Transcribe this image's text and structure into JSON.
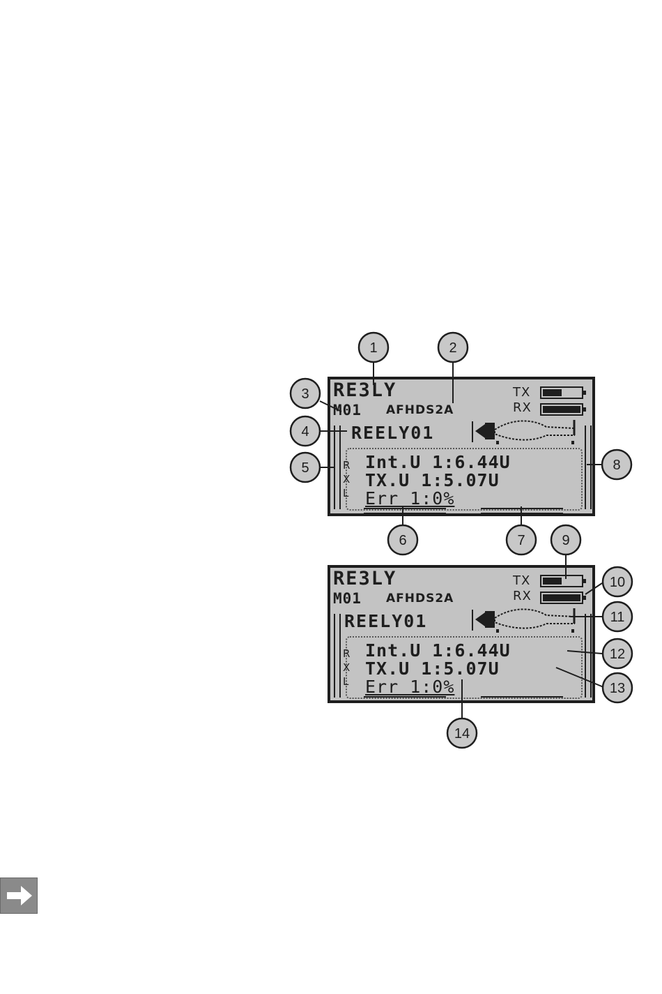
{
  "screens": [
    {
      "brand": "RE3LY",
      "model_id": "M01",
      "protocol": "AFHDS2A",
      "model_name": "REELY01",
      "tx_label": "TX",
      "rx_label": "RX",
      "rxl_letters": [
        "R",
        "X",
        "L"
      ],
      "telemetry": [
        "Int.U 1:6.44U",
        "TX.U 1:5.07U",
        "Err 1:0%"
      ],
      "tx_battery_level": 0.5,
      "rx_battery_level": 1.0
    },
    {
      "brand": "RE3LY",
      "model_id": "M01",
      "protocol": "AFHDS2A",
      "model_name": "REELY01",
      "tx_label": "TX",
      "rx_label": "RX",
      "rxl_letters": [
        "R",
        "X",
        "L"
      ],
      "telemetry": [
        "Int.U 1:6.44U",
        "TX.U 1:5.07U",
        "Err 1:0%"
      ],
      "tx_battery_level": 0.5,
      "rx_battery_level": 1.0
    }
  ],
  "callouts": [
    "1",
    "2",
    "3",
    "4",
    "5",
    "6",
    "7",
    "8",
    "9",
    "10",
    "11",
    "12",
    "13",
    "14"
  ],
  "colors": {
    "lcd_bg": "#c3c3c3",
    "ink": "#1e1e1e",
    "callout_fill": "#c8c8c8",
    "nav_arrow_bg": "#8a8a8a"
  },
  "icons": [
    "airplane-icon",
    "battery-icon",
    "arrow-right-icon"
  ]
}
